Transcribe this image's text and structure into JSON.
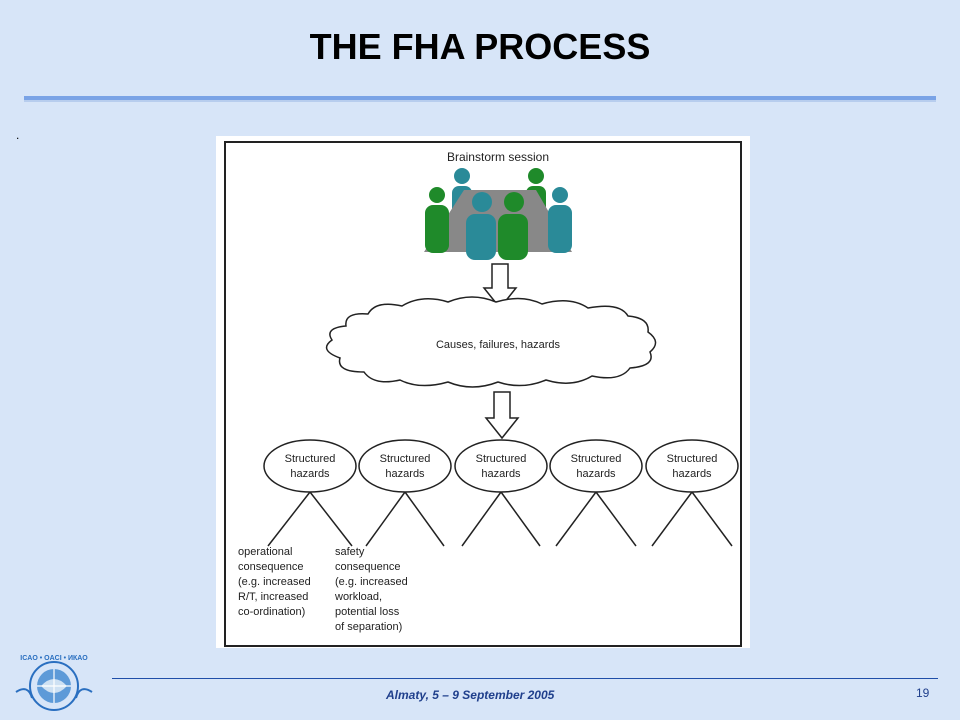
{
  "slide": {
    "title": "THE FHA PROCESS",
    "bullet_dot": "."
  },
  "diagram": {
    "brainstorm_label": "Brainstorm session",
    "cloud_label": "Causes, failures, hazards",
    "hazard_nodes": [
      {
        "line1": "Structured",
        "line2": "hazards"
      },
      {
        "line1": "Structured",
        "line2": "hazards"
      },
      {
        "line1": "Structured",
        "line2": "hazards"
      },
      {
        "line1": "Structured",
        "line2": "hazards"
      },
      {
        "line1": "Structured",
        "line2": "hazards"
      }
    ],
    "operational_consequence": [
      "operational",
      "consequence",
      "(e.g. increased",
      "R/T, increased",
      "co-ordination)"
    ],
    "safety_consequence": [
      "safety",
      "consequence",
      "(e.g. increased",
      "workload,",
      "potential loss",
      "of separation)"
    ],
    "colors": {
      "person_green": "#1f8a2a",
      "person_teal": "#2a8a98",
      "table_gray": "#888888"
    }
  },
  "footer": {
    "event": "Almaty,  5 – 9 September 2005",
    "page_number": "19",
    "logo_text": "ICAO • OACI • ИКАО"
  }
}
